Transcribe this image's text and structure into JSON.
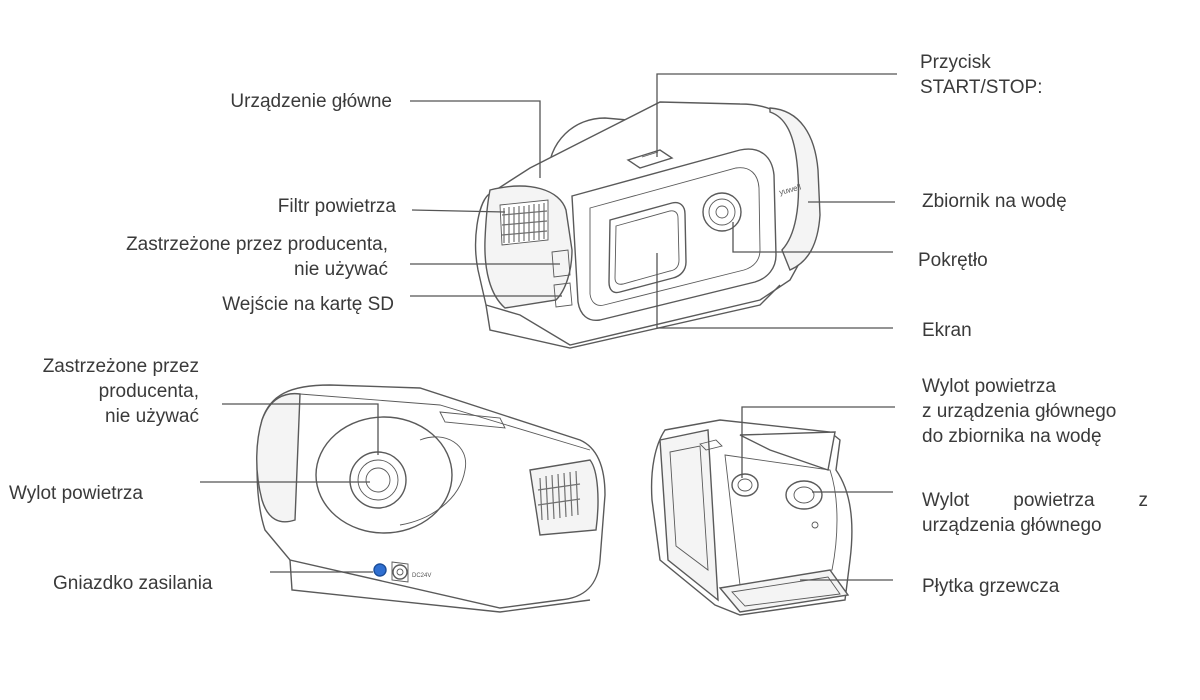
{
  "labels": {
    "main_unit": "Urządzenie główne",
    "air_filter": "Filtr powietrza",
    "reserved_top_1": "Zastrzeżone przez producenta,",
    "reserved_top_2": "nie używać",
    "sd_slot": "Wejście na kartę SD",
    "start_stop_1": "Przycisk",
    "start_stop_2": "START/STOP:",
    "water_tank": "Zbiornik na wodę",
    "knob": "Pokrętło",
    "screen": "Ekran",
    "reserved_bottom_1": "Zastrzeżone przez",
    "reserved_bottom_2": "producenta,",
    "reserved_bottom_3": "nie używać",
    "air_outlet": "Wylot powietrza",
    "power_socket": "Gniazdko zasilania",
    "outlet_to_tank_1": "Wylot powietrza",
    "outlet_to_tank_2": "z urządzenia głównego",
    "outlet_to_tank_3": "do zbiornika na wodę",
    "outlet_main_1": [
      "Wylot",
      "powietrza",
      "z"
    ],
    "outlet_main_2": "urządzenia głównego",
    "heater_plate": "Płytka grzewcza"
  },
  "device_marks": {
    "brand": "yuwell",
    "dc_label": "DC24V"
  },
  "colors": {
    "power_socket_dot": "#2f6fd1",
    "line_art": "#5a5a5a"
  }
}
